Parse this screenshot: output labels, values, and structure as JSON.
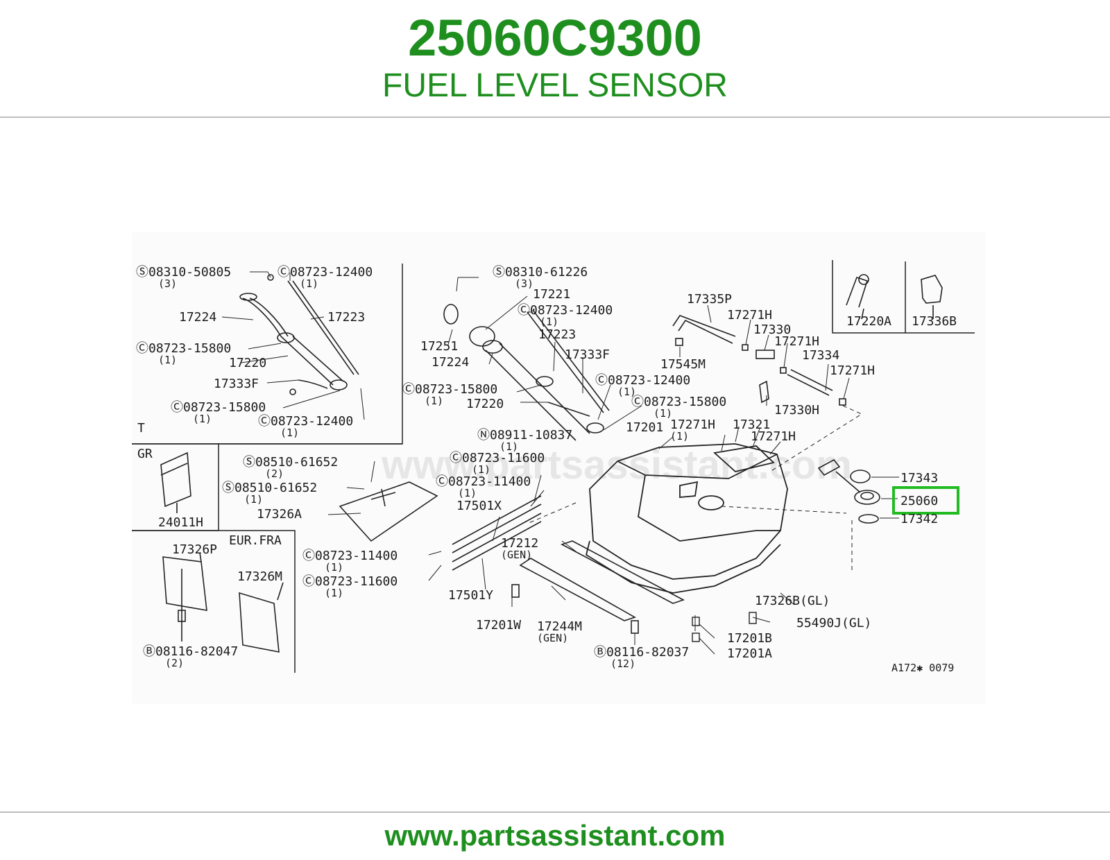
{
  "header": {
    "part_number": "25060C9300",
    "part_name": "FUEL LEVEL SENSOR"
  },
  "footer": {
    "url": "www.partsassistant.com"
  },
  "diagram": {
    "watermark": "www.partsassistant.com",
    "figure_code": "A172✱ 0079",
    "highlight_color": "#22bb22",
    "highlighted_label": "25060",
    "variants": {
      "T": "T",
      "GR": "GR",
      "EUR_FRA": "EUR.FRA"
    },
    "labels": {
      "s_08310_50805": "Ⓢ08310-50805",
      "q_3a": "(3)",
      "c_08723_12400_a": "Ⓒ08723-12400",
      "q_1a": "(1)",
      "p_17224_a": "17224",
      "p_17223_a": "17223",
      "c_08723_15800_a": "Ⓒ08723-15800",
      "q_1b": "(1)",
      "p_17220_a": "17220",
      "p_17333F_a": "17333F",
      "c_08723_15800_b": "Ⓒ08723-15800",
      "q_1c": "(1)",
      "c_08723_12400_b": "Ⓒ08723-12400",
      "q_1d": "(1)",
      "p_24011H": "24011H",
      "p_17326P": "17326P",
      "p_17326M": "17326M",
      "b_08116_82047": "Ⓑ08116-82047",
      "q_2a": "(2)",
      "s_08310_61226": "Ⓢ08310-61226",
      "q_3b": "(3)",
      "p_17221": "17221",
      "c_08723_12400_c": "Ⓒ08723-12400",
      "q_1e": "(1)",
      "p_17223_b": "17223",
      "p_17251": "17251",
      "p_17224_b": "17224",
      "p_17333F_b": "17333F",
      "c_08723_15800_c": "Ⓒ08723-15800",
      "q_1f": "(1)",
      "p_17220_b": "17220",
      "c_08723_12400_d": "Ⓒ08723-12400",
      "q_1g": "(1)",
      "c_08723_15800_d": "Ⓒ08723-15800",
      "q_1h": "(1)",
      "p_17201": "17201",
      "n_08911_10837": "Ⓝ08911-10837",
      "q_1i": "(1)",
      "c_08723_11600_a": "Ⓒ08723-11600",
      "q_1j": "(1)",
      "c_08723_11400_a": "Ⓒ08723-11400",
      "q_1k": "(1)",
      "s_08510_61652_a": "Ⓢ08510-61652",
      "q_2b": "(2)",
      "s_08510_61652_b": "Ⓢ08510-61652",
      "q_1l": "(1)",
      "p_17326A": "17326A",
      "p_17501X": "17501X",
      "c_08723_11400_b": "Ⓒ08723-11400",
      "q_1m": "(1)",
      "c_08723_11600_b": "Ⓒ08723-11600",
      "q_1n": "(1)",
      "p_17212": "17212",
      "gen_a": "(GEN)",
      "p_17501Y": "17501Y",
      "p_17201W": "17201W",
      "p_17244M": "17244M",
      "gen_b": "(GEN)",
      "b_08116_82037": "Ⓑ08116-82037",
      "q_12": "(12)",
      "p_17335P": "17335P",
      "p_17271H_a": "17271H",
      "p_17330": "17330",
      "p_17271H_b": "17271H",
      "p_17545M": "17545M",
      "p_17334": "17334",
      "p_17271H_c": "17271H",
      "p_17330H": "17330H",
      "p_17271H_d": "17271H",
      "q_1o": "(1)",
      "p_17321": "17321",
      "p_17271H_e": "17271H",
      "p_17220A": "17220A",
      "p_17336B": "17336B",
      "p_17343": "17343",
      "p_17342": "17342",
      "p_17326B_GL": "17326B(GL)",
      "p_55490J_GL": "55490J(GL)",
      "p_17201B": "17201B",
      "p_17201A": "17201A"
    }
  }
}
